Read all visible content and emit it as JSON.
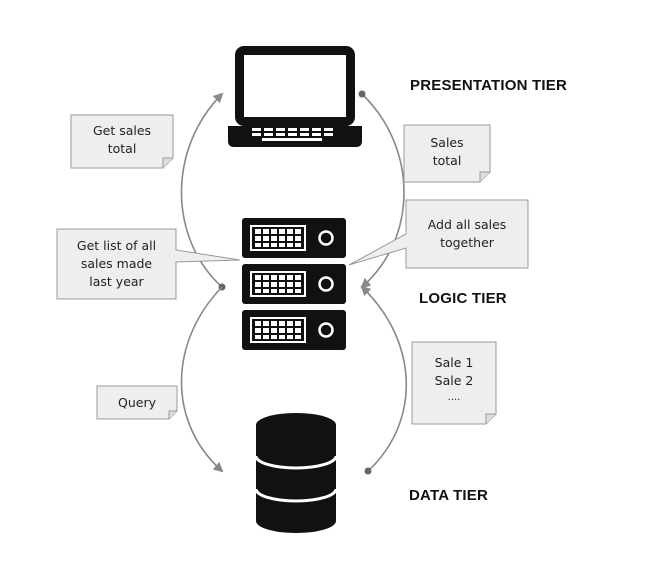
{
  "tiers": {
    "presentation": "PRESENTATION TIER",
    "logic": "LOGIC TIER",
    "data": "DATA TIER"
  },
  "notes": {
    "get_sales_total": [
      "Get sales",
      "total"
    ],
    "sales_total": [
      "Sales",
      "total"
    ],
    "add_all_sales": [
      "Add all sales",
      "together"
    ],
    "get_list": [
      "Get list of all",
      "sales made",
      "last year"
    ],
    "query": [
      "Query"
    ],
    "sales_list": [
      "Sale 1",
      "Sale 2",
      "...."
    ]
  },
  "icons": {
    "laptop": "laptop-icon",
    "server": "server-rack-icon",
    "database": "database-icon"
  },
  "colors": {
    "note_fill": "#eeeeee",
    "note_border": "#999999",
    "arrow": "#888888",
    "icon": "#111111"
  }
}
